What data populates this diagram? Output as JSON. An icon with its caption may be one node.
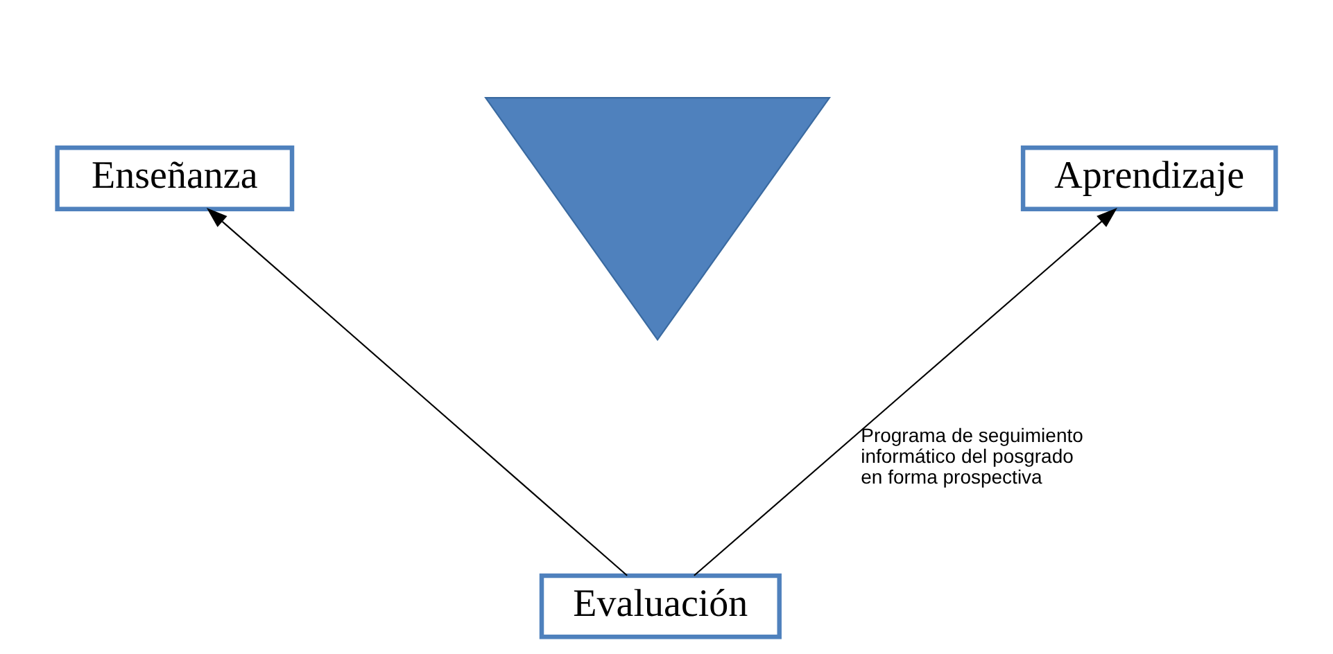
{
  "diagram": {
    "nodes": [
      {
        "text": [
          "Enseñanza"
        ]
      },
      {
        "text": [],
        "shape": "triangle"
      },
      {
        "text": [
          "Aprendizaje"
        ]
      },
      {
        "text": [
          "Evaluación"
        ]
      }
    ],
    "edges": [
      {
        "from": 3,
        "to": 0,
        "arrow": "to"
      },
      {
        "from": 3,
        "to": 2,
        "arrow": "to",
        "label": "Programa de seguimiento informático del posgrado en forma prospectiva"
      }
    ]
  }
}
